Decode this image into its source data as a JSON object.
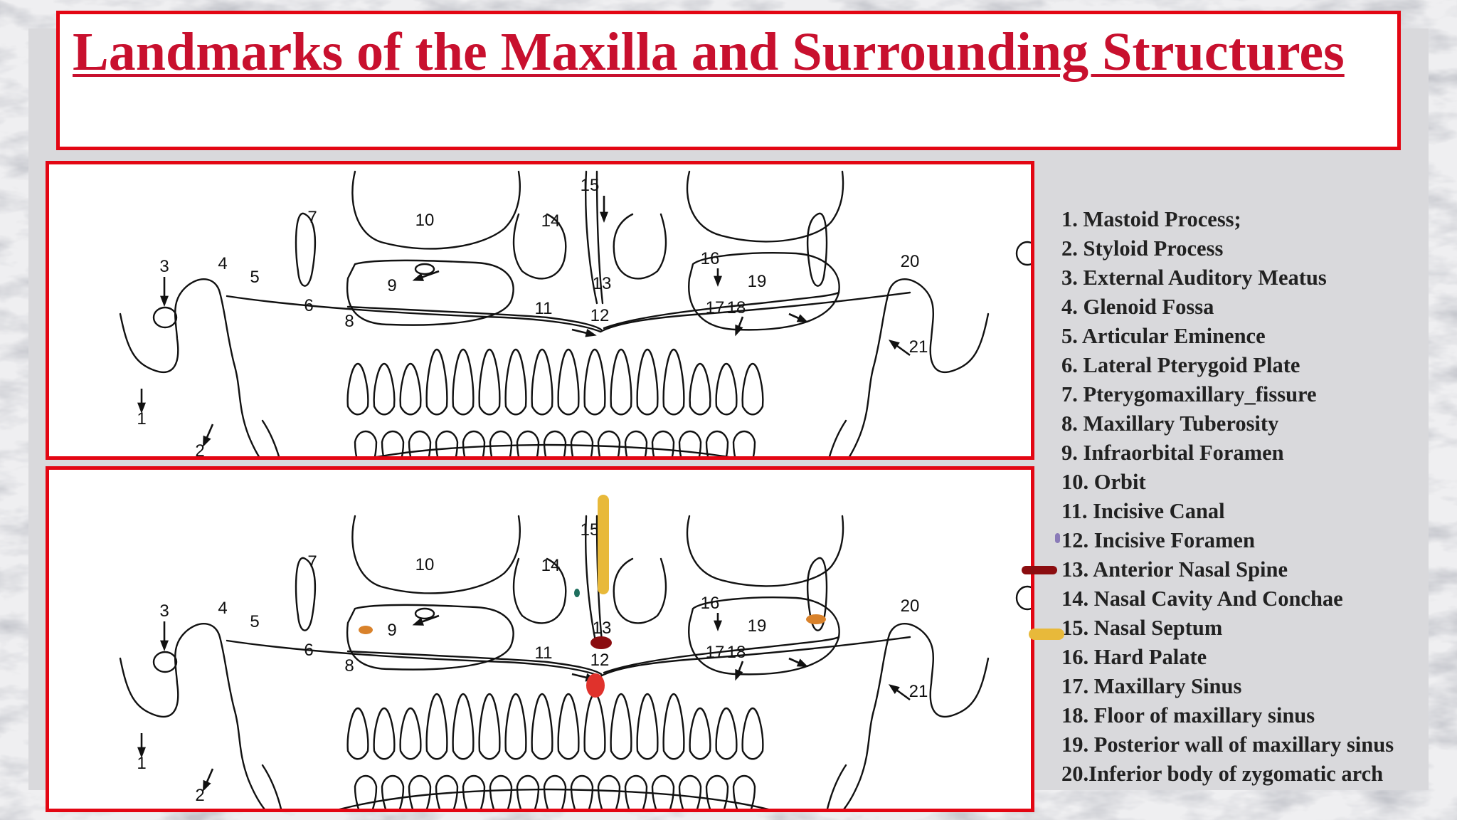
{
  "title": " Landmarks of the Maxilla and Surrounding Structures",
  "panels": [
    {
      "name": "unannotated-panoramic"
    },
    {
      "name": "annotated-panoramic"
    }
  ],
  "diagram_labels": [
    "1",
    "2",
    "3",
    "4",
    "5",
    "6",
    "7",
    "8",
    "9",
    "10",
    "11",
    "12",
    "13",
    "14",
    "15",
    "16",
    "17",
    "18",
    "19",
    "20",
    "21"
  ],
  "legend": [
    "1. Mastoid Process;",
    "2. Styloid Process",
    "3. External Auditory Meatus",
    "4. Glenoid Fossa",
    "5. Articular Eminence",
    "6. Lateral Pterygoid Plate",
    "7. Pterygomaxillary_fissure",
    "8. Maxillary Tuberosity",
    "9. Infraorbital Foramen",
    "10. Orbit",
    "11. Incisive Canal",
    "12. Incisive Foramen",
    "13. Anterior Nasal Spine",
    "14. Nasal Cavity And Conchae",
    "15. Nasal Septum",
    "16. Hard Palate",
    "17. Maxillary Sinus",
    "18. Floor of maxillary sinus",
    "19. Posterior wall of maxillary sinus",
    "20.Inferior body of zygomatic arch"
  ],
  "colors": {
    "accent_red": "#e30613",
    "title_red": "#c8102e",
    "septum_yellow": "#e8b93a",
    "spine_darkred": "#8b0d10",
    "foramen_red": "#e0322c",
    "sinus_orange": "#d9822b"
  }
}
